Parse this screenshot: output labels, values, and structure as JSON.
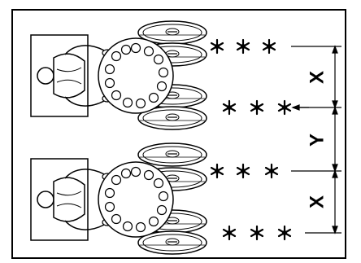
{
  "figure": {
    "colors": {
      "line": "#000000",
      "background": "#ffffff"
    },
    "units": [
      {
        "name": "upper-planter-unit"
      },
      {
        "name": "lower-planter-unit"
      }
    ],
    "plant_rows_per_unit": 2,
    "plants_per_row": 3,
    "icons": [
      "operator-figure",
      "seed-disc-hopper",
      "gauge-wheel",
      "plant-icon"
    ]
  },
  "dimensions": {
    "x_label": "X",
    "y_label": "Y"
  }
}
